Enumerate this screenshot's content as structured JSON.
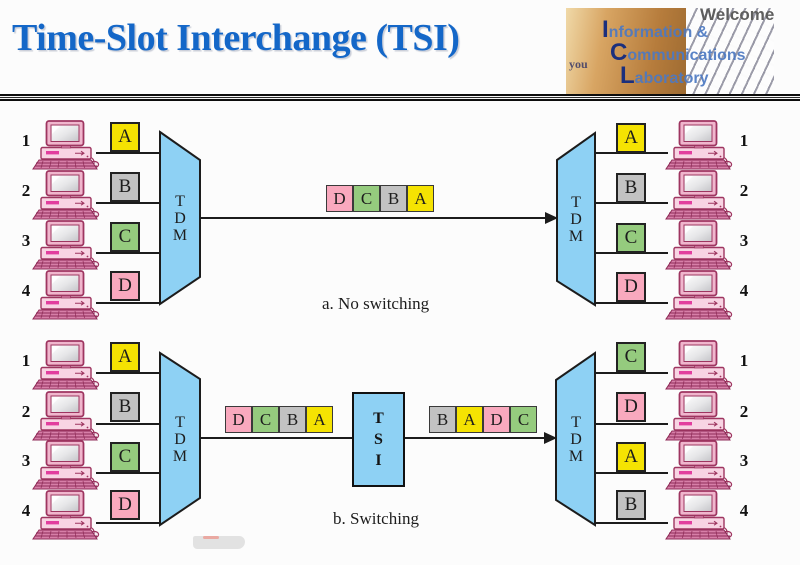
{
  "header": {
    "title": "Time-Slot Interchange (TSI)",
    "welcome": "Welcome",
    "logo": {
      "lines": [
        {
          "initial": "I",
          "rest": "nformation &"
        },
        {
          "initial": "C",
          "rest": "ommunications"
        },
        {
          "initial": "L",
          "rest": "aboratory"
        }
      ],
      "tagline": "you"
    }
  },
  "colors": {
    "title_blue": "#1467c8",
    "mux_fill": "#8ed1f4",
    "slot_A": "#f5e302",
    "slot_B": "#c2c2c2",
    "slot_C": "#95cb7e",
    "slot_D": "#f9a9be",
    "line": "#1c1c1c"
  },
  "diagram_a": {
    "caption": "a. No switching",
    "left_mux_label": "TDM",
    "right_mux_label": "TDM",
    "left_ports": [
      {
        "n": "1",
        "label": "A",
        "color": "#f5e302"
      },
      {
        "n": "2",
        "label": "B",
        "color": "#c2c2c2"
      },
      {
        "n": "3",
        "label": "C",
        "color": "#95cb7e"
      },
      {
        "n": "4",
        "label": "D",
        "color": "#f9a9be"
      }
    ],
    "right_ports": [
      {
        "n": "1",
        "label": "A",
        "color": "#f5e302"
      },
      {
        "n": "2",
        "label": "B",
        "color": "#c2c2c2"
      },
      {
        "n": "3",
        "label": "C",
        "color": "#95cb7e"
      },
      {
        "n": "4",
        "label": "D",
        "color": "#f9a9be"
      }
    ],
    "frame": [
      {
        "label": "D",
        "color": "#f9a9be"
      },
      {
        "label": "C",
        "color": "#95cb7e"
      },
      {
        "label": "B",
        "color": "#c2c2c2"
      },
      {
        "label": "A",
        "color": "#f5e302"
      }
    ]
  },
  "diagram_b": {
    "caption": "b. Switching",
    "left_mux_label": "TDM",
    "right_mux_label": "TDM",
    "tsi_label": "TSI",
    "left_ports": [
      {
        "n": "1",
        "label": "A",
        "color": "#f5e302"
      },
      {
        "n": "2",
        "label": "B",
        "color": "#c2c2c2"
      },
      {
        "n": "3",
        "label": "C",
        "color": "#95cb7e"
      },
      {
        "n": "4",
        "label": "D",
        "color": "#f9a9be"
      }
    ],
    "right_ports": [
      {
        "n": "1",
        "label": "C",
        "color": "#95cb7e"
      },
      {
        "n": "2",
        "label": "D",
        "color": "#f9a9be"
      },
      {
        "n": "3",
        "label": "A",
        "color": "#f5e302"
      },
      {
        "n": "4",
        "label": "B",
        "color": "#c2c2c2"
      }
    ],
    "frame_in": [
      {
        "label": "D",
        "color": "#f9a9be"
      },
      {
        "label": "C",
        "color": "#95cb7e"
      },
      {
        "label": "B",
        "color": "#c2c2c2"
      },
      {
        "label": "A",
        "color": "#f5e302"
      }
    ],
    "frame_out": [
      {
        "label": "B",
        "color": "#c2c2c2"
      },
      {
        "label": "A",
        "color": "#f5e302"
      },
      {
        "label": "D",
        "color": "#f9a9be"
      },
      {
        "label": "C",
        "color": "#95cb7e"
      }
    ]
  }
}
